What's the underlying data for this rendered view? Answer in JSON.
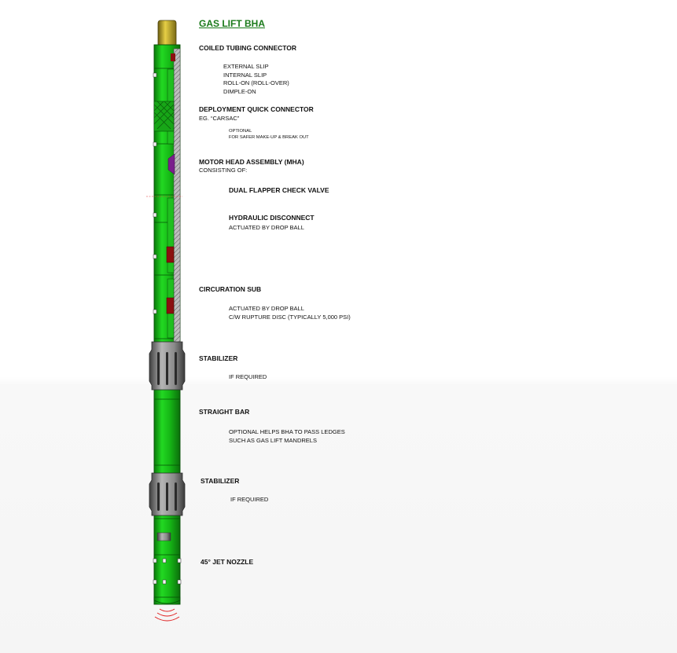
{
  "title": "GAS LIFT BHA",
  "coiled_tubing": {
    "heading": "COILED TUBING CONNECTOR",
    "items": [
      "EXTERNAL SLIP",
      "INTERNAL SLIP",
      "ROLL-ON (ROLL-OVER)",
      "DIMPLE-ON"
    ]
  },
  "deployment": {
    "heading": "DEPLOYMENT QUICK CONNECTOR",
    "example": "EG. “CARSAC”",
    "notes": [
      "OPTIONAL",
      "FOR SAFER MAKE-UP & BREAK OUT"
    ]
  },
  "mha": {
    "heading": "MOTOR HEAD ASSEMBLY (MHA)",
    "consisting": "CONSISTING OF:",
    "flapper": "DUAL FLAPPER CHECK VALVE",
    "hydraulic": "HYDRAULIC DISCONNECT",
    "hydraulic_note": "ACTUATED BY DROP BALL"
  },
  "circulation": {
    "heading": "CIRCURATION SUB",
    "notes": [
      "ACTUATED BY DROP BALL",
      "C/W RUPTURE DISC (TYPICALLY 5,000 PSI)"
    ]
  },
  "stabilizer1": {
    "heading": "STABILIZER",
    "note": "IF REQUIRED"
  },
  "straight_bar": {
    "heading": "STRAIGHT BAR",
    "notes": [
      "OPTIONAL HELPS BHA TO PASS LEDGES",
      "SUCH AS GAS LIFT MANDRELS"
    ]
  },
  "stabilizer2": {
    "heading": "STABILIZER",
    "note": "IF REQUIRED"
  },
  "nozzle": {
    "heading": "45° JET NOZZLE"
  },
  "colors": {
    "body_green": "#19c419",
    "dark_green": "#0a7a0a",
    "tubing_gold": "#c9b22a",
    "stabilizer_gray": "#8c8c8c",
    "check_valve_purple": "#7a1f8c",
    "ball_seat_red": "#8b1010",
    "jet_red": "#e02020"
  }
}
